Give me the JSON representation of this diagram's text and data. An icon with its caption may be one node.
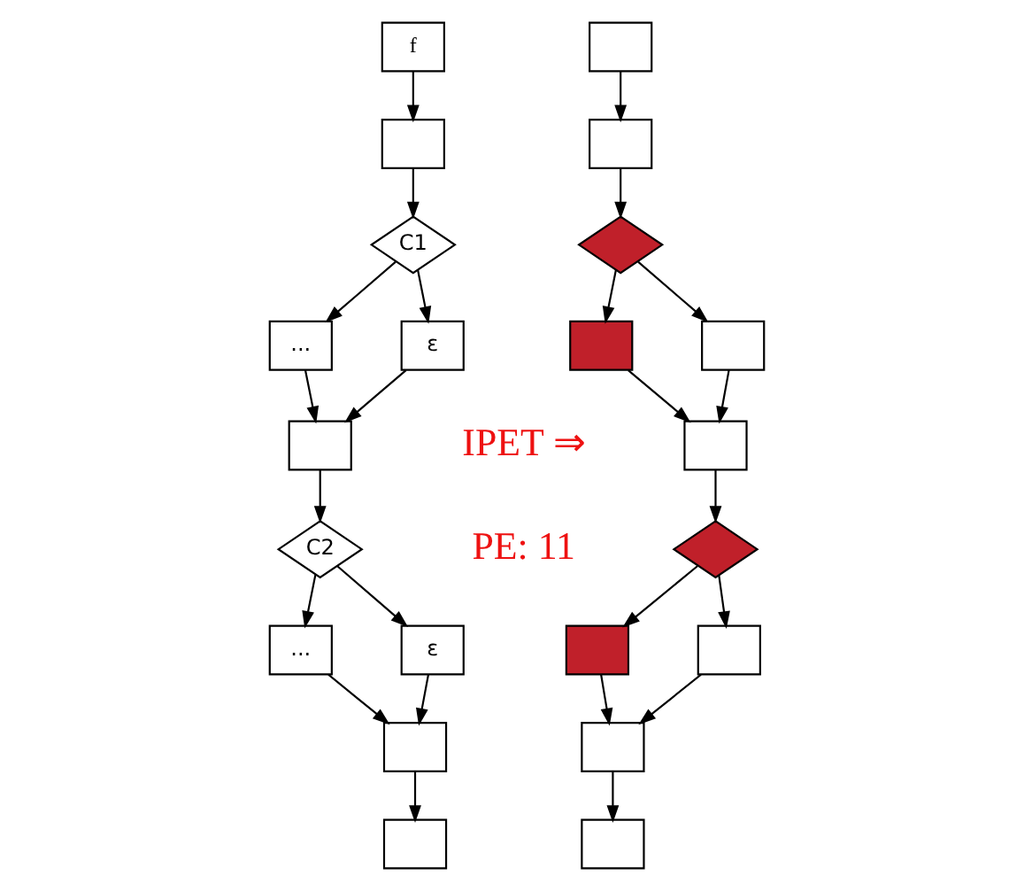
{
  "diagram": {
    "nodes": [
      {
        "text": [
          "f"
        ]
      },
      {
        "text": [],
        "shape": "box"
      },
      {
        "text": [
          "C1"
        ]
      },
      {
        "text": [
          "..."
        ]
      },
      {
        "text": [
          "ε"
        ]
      },
      {
        "text": [],
        "shape": "box"
      },
      {
        "text": [
          "C2"
        ]
      },
      {
        "text": [
          "..."
        ]
      },
      {
        "text": [
          "ε"
        ]
      },
      {
        "text": [],
        "shape": "box"
      },
      {
        "text": [],
        "shape": "box"
      },
      {
        "text": [],
        "shape": "box"
      },
      {
        "text": [],
        "shape": "box"
      },
      {
        "text": [],
        "shape": "diamond"
      },
      {
        "text": [],
        "shape": "box"
      },
      {
        "text": [],
        "shape": "box"
      },
      {
        "text": [],
        "shape": "box"
      },
      {
        "text": [],
        "shape": "diamond"
      },
      {
        "text": [],
        "shape": "box"
      },
      {
        "text": [],
        "shape": "box"
      },
      {
        "text": [],
        "shape": "box"
      },
      {
        "text": [],
        "shape": "box"
      }
    ],
    "edges": [
      {
        "from": 0,
        "to": 1,
        "arrow": "to"
      },
      {
        "from": 1,
        "to": 2,
        "arrow": "to"
      },
      {
        "from": 2,
        "to": 3,
        "arrow": "to"
      },
      {
        "from": 2,
        "to": 4,
        "arrow": "to"
      },
      {
        "from": 3,
        "to": 5,
        "arrow": "to"
      },
      {
        "from": 4,
        "to": 5,
        "arrow": "to"
      },
      {
        "from": 5,
        "to": 6,
        "arrow": "to"
      },
      {
        "from": 6,
        "to": 7,
        "arrow": "to"
      },
      {
        "from": 6,
        "to": 8,
        "arrow": "to"
      },
      {
        "from": 7,
        "to": 9,
        "arrow": "to"
      },
      {
        "from": 8,
        "to": 9,
        "arrow": "to"
      },
      {
        "from": 9,
        "to": 10,
        "arrow": "to"
      },
      {
        "from": 11,
        "to": 12,
        "arrow": "to"
      },
      {
        "from": 12,
        "to": 13,
        "arrow": "to"
      },
      {
        "from": 13,
        "to": 14,
        "arrow": "to"
      },
      {
        "from": 13,
        "to": 15,
        "arrow": "to"
      },
      {
        "from": 14,
        "to": 16,
        "arrow": "to"
      },
      {
        "from": 15,
        "to": 16,
        "arrow": "to"
      },
      {
        "from": 16,
        "to": 17,
        "arrow": "to"
      },
      {
        "from": 17,
        "to": 18,
        "arrow": "to"
      },
      {
        "from": 17,
        "to": 19,
        "arrow": "to"
      },
      {
        "from": 18,
        "to": 20,
        "arrow": "to"
      },
      {
        "from": 19,
        "to": 20,
        "arrow": "to"
      },
      {
        "from": 20,
        "to": 21,
        "arrow": "to"
      }
    ],
    "labels": [
      "IPET ⇒",
      "PE: 11"
    ]
  }
}
